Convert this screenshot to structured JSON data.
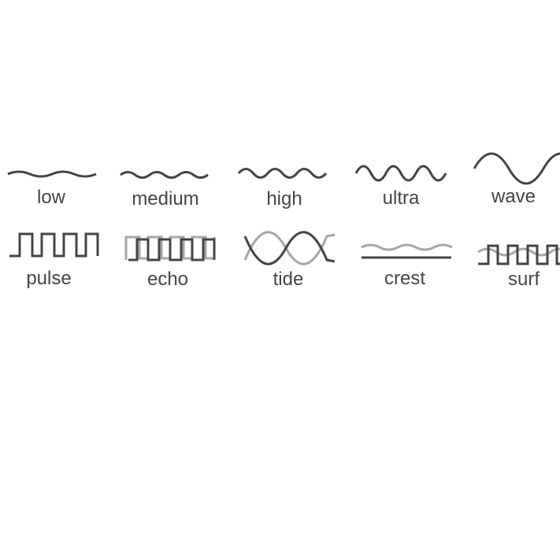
{
  "colors": {
    "primary": "#444444",
    "secondary": "#a6a6a6",
    "label": "#444444",
    "background": "#ffffff"
  },
  "rows": [
    {
      "items": [
        {
          "id": "low",
          "label": "low",
          "icon": "sine-wave-icon"
        },
        {
          "id": "medium",
          "label": "medium",
          "icon": "sine-wave-icon"
        },
        {
          "id": "high",
          "label": "high",
          "icon": "sine-wave-icon"
        },
        {
          "id": "ultra",
          "label": "ultra",
          "icon": "sine-wave-icon"
        },
        {
          "id": "wave",
          "label": "wave",
          "icon": "sine-wave-icon"
        }
      ]
    },
    {
      "items": [
        {
          "id": "pulse",
          "label": "pulse",
          "icon": "square-wave-icon"
        },
        {
          "id": "echo",
          "label": "echo",
          "icon": "double-square-wave-icon"
        },
        {
          "id": "tide",
          "label": "tide",
          "icon": "crossing-sine-waves-icon"
        },
        {
          "id": "crest",
          "label": "crest",
          "icon": "flat-line-wave-icon"
        },
        {
          "id": "surf",
          "label": "surf",
          "icon": "square-sine-overlay-icon"
        }
      ]
    }
  ]
}
